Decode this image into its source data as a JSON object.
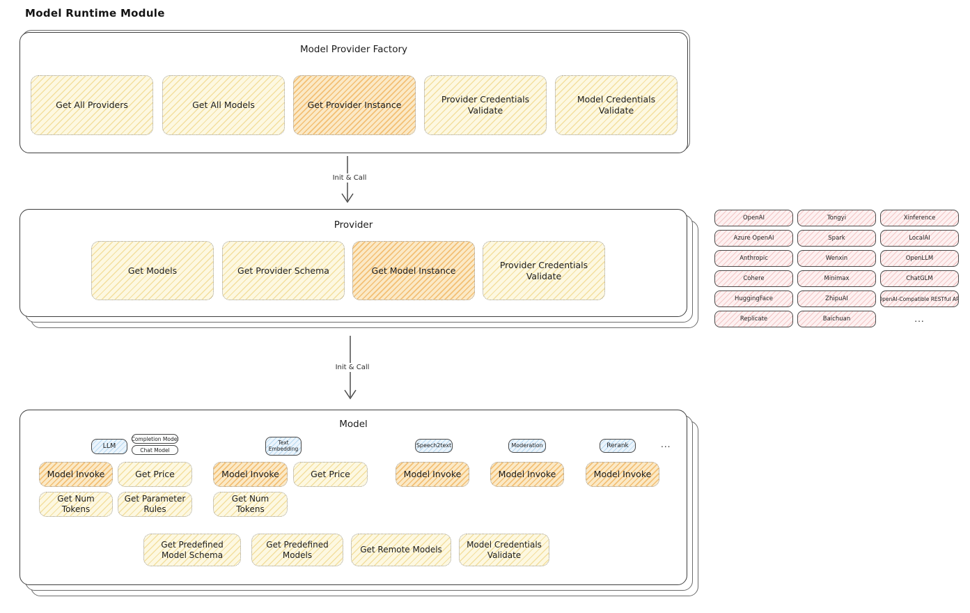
{
  "page_title": "Model Runtime Module",
  "colors": {
    "yellow_base": "#fdf8e1",
    "yellow_hatch": "#f3df9e",
    "orange_base": "#fbe9c6",
    "orange_hatch": "#f3bf74",
    "pink_base": "#fdf1f1",
    "pink_hatch": "#f3c6c6",
    "blue_base": "#ebf4fc",
    "blue_hatch": "#b5d8f0"
  },
  "factory": {
    "title": "Model Provider Factory",
    "buttons": [
      {
        "label": "Get All Providers",
        "highlighted": false
      },
      {
        "label": "Get All Models",
        "highlighted": false
      },
      {
        "label": "Get Provider Instance",
        "highlighted": true
      },
      {
        "label": "Provider Credentials Validate",
        "highlighted": false
      },
      {
        "label": "Model Credentials Validate",
        "highlighted": false
      }
    ]
  },
  "arrows": {
    "first_label": "Init & Call",
    "second_label": "Init & Call"
  },
  "provider": {
    "title": "Provider",
    "buttons": [
      {
        "label": "Get Models",
        "highlighted": false
      },
      {
        "label": "Get Provider Schema",
        "highlighted": false
      },
      {
        "label": "Get Model Instance",
        "highlighted": true
      },
      {
        "label": "Provider Credentials Validate",
        "highlighted": false
      }
    ]
  },
  "provider_list": {
    "items": [
      "OpenAI",
      "Tongyi",
      "Xinference",
      "Azure OpenAI",
      "Spark",
      "LocalAI",
      "Anthropic",
      "Wenxin",
      "OpenLLM",
      "Cohere",
      "Minimax",
      "ChatGLM",
      "HuggingFace",
      "ZhipuAI",
      "OpenAI-Compatible RESTful API",
      "Replicate",
      "Baichuan",
      "..."
    ]
  },
  "model": {
    "title": "Model",
    "tags": {
      "llm": "LLM",
      "completion": "Completion Model",
      "chat": "Chat Model",
      "text_embedding": "Text Embedding",
      "speech2text": "Speech2text",
      "moderation": "Moderation",
      "rerank": "Rerank",
      "more": "..."
    },
    "buttons": [
      {
        "label": "Model Invoke",
        "highlighted": true
      },
      {
        "label": "Get Price",
        "highlighted": false
      },
      {
        "label": "Model Invoke",
        "highlighted": true
      },
      {
        "label": "Get Price",
        "highlighted": false
      },
      {
        "label": "Model Invoke",
        "highlighted": true
      },
      {
        "label": "Model Invoke",
        "highlighted": true
      },
      {
        "label": "Model Invoke",
        "highlighted": true
      },
      {
        "label": "Get Num Tokens",
        "highlighted": false
      },
      {
        "label": "Get Parameter Rules",
        "highlighted": false
      },
      {
        "label": "Get Num Tokens",
        "highlighted": false
      },
      {
        "label": "Get Predefined Model Schema",
        "highlighted": false
      },
      {
        "label": "Get Predefined Models",
        "highlighted": false
      },
      {
        "label": "Get Remote Models",
        "highlighted": false
      },
      {
        "label": "Model Credentials Validate",
        "highlighted": false
      }
    ]
  }
}
